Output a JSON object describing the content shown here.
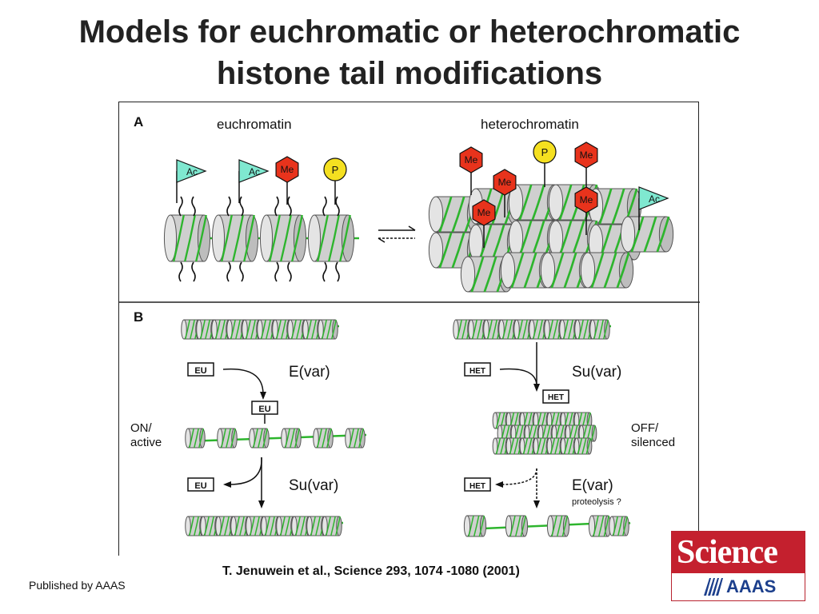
{
  "slide": {
    "title_line1": "Models for euchromatic or heterochromatic",
    "title_line2": "histone tail modifications",
    "citation": "T.  Jenuwein et al.,  Science  293, 1074 -1080 (2001)",
    "publisher": "Published by AAAS"
  },
  "figure": {
    "panel_a": {
      "letter": "A",
      "left_label": "euchromatin",
      "right_label": "heterochromatin",
      "tags": {
        "acetyl": "Ac",
        "methyl": "Me",
        "phospho": "P"
      }
    },
    "panel_b": {
      "letter": "B",
      "eu_box": "EU",
      "het_box": "HET",
      "evar": "E(var)",
      "suvar": "Su(var)",
      "on_line1": "ON/",
      "on_line2": "active",
      "off_line1": "OFF/",
      "off_line2": "silenced",
      "proteolysis": "proteolysis ?"
    }
  },
  "logo": {
    "wordmark": "Science",
    "sub": "AAAS"
  },
  "colors": {
    "dna": "#2db52d",
    "nucleosome": "#cfcfcf",
    "acetyl": "#7fe8d0",
    "methyl": "#e8331c",
    "phospho": "#f5e020",
    "brand_red": "#c4202e",
    "brand_blue": "#1c3f8c"
  }
}
